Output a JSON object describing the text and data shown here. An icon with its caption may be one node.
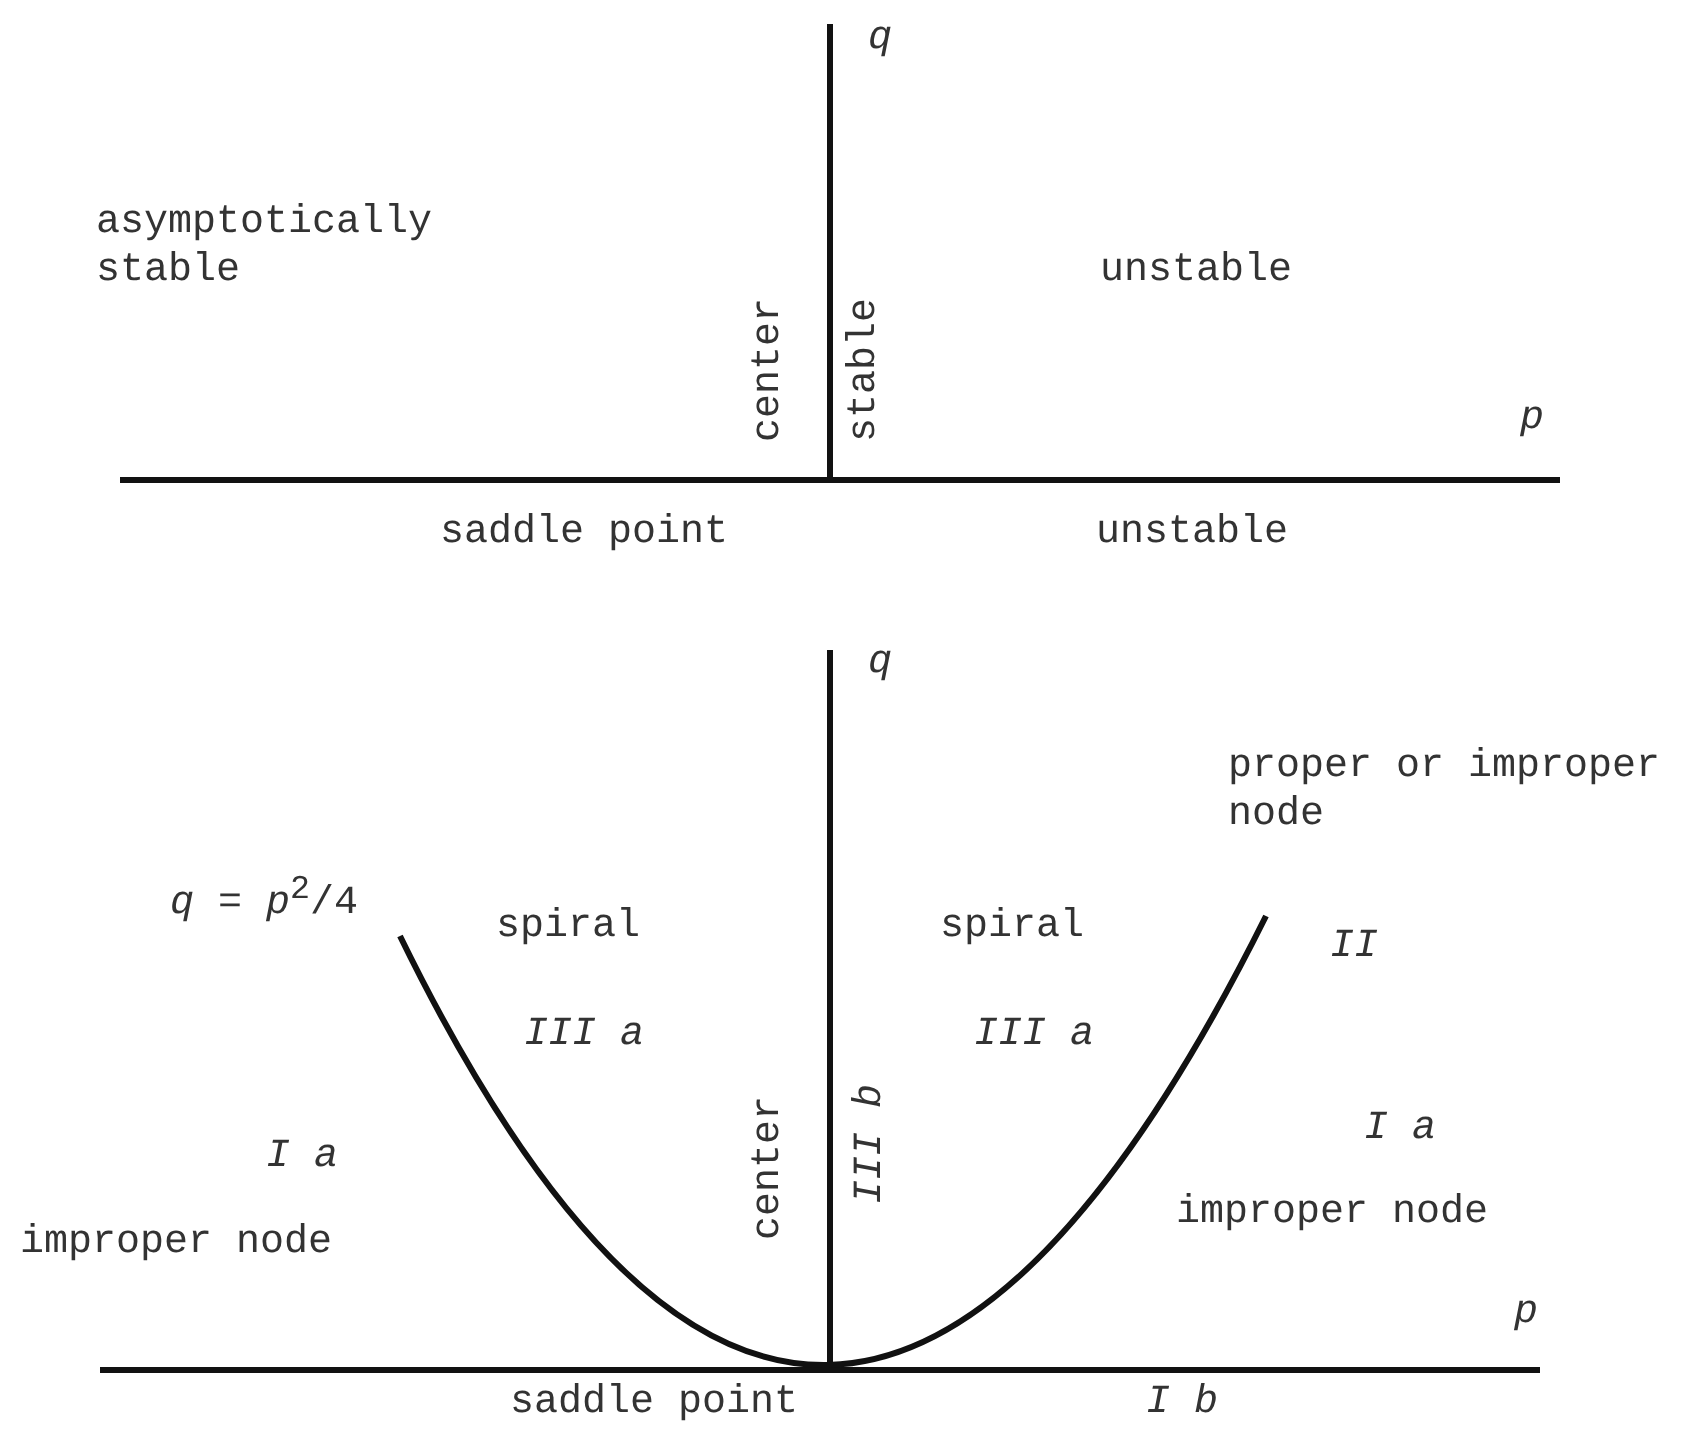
{
  "diagram": {
    "labels": [
      "q",
      "asymptotically stable",
      "center",
      "stable",
      "unstable",
      "p",
      "saddle point",
      "unstable",
      "q",
      "proper or improper node",
      "*q* = *p*$^{2}$/4",
      "spiral",
      "spiral",
      "II",
      "III a",
      "III a",
      "center",
      "III b",
      "I a",
      "I a",
      "improper node",
      "improper node",
      "p",
      "saddle point",
      "I b"
    ]
  }
}
